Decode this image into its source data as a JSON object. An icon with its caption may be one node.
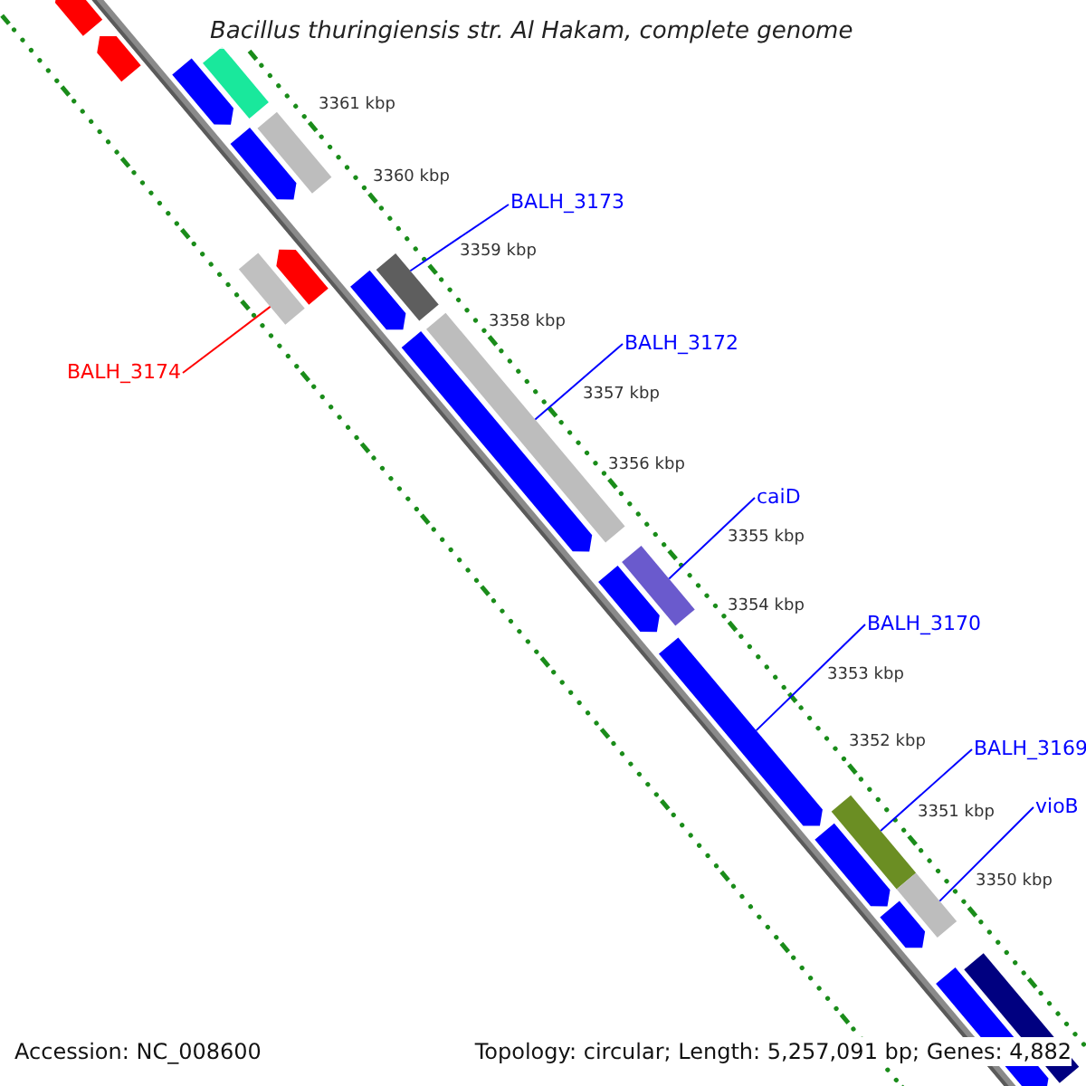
{
  "diagram": {
    "title": "Bacillus thuringiensis str. Al Hakam, complete genome",
    "nodes": [
      {
        "text": [
          "BALH_3174"
        ]
      },
      {
        "text": [
          "BALH_3173"
        ]
      },
      {
        "text": [
          "BALH_3172"
        ]
      },
      {
        "text": [
          "caiD"
        ]
      },
      {
        "text": [
          "BALH_3170"
        ]
      },
      {
        "text": [
          "BALH_3169"
        ]
      },
      {
        "text": [
          "vioB"
        ]
      },
      {
        "text": [],
        "shape": "bar"
      },
      {
        "text": [],
        "shape": "bar"
      },
      {
        "text": [],
        "shape": "bar"
      },
      {
        "text": [],
        "shape": "bar"
      },
      {
        "text": [],
        "shape": "bar"
      },
      {
        "text": [],
        "shape": "bar"
      },
      {
        "text": [],
        "shape": "bar"
      }
    ],
    "edges": [
      {
        "from": 0,
        "to": 7,
        "arrow": "none",
        "color": "#ff0000"
      },
      {
        "from": 1,
        "to": 8,
        "arrow": "none"
      },
      {
        "from": 2,
        "to": 9,
        "arrow": "none"
      },
      {
        "from": 3,
        "to": 10,
        "arrow": "none"
      },
      {
        "from": 4,
        "to": 11,
        "arrow": "none"
      },
      {
        "from": 5,
        "to": 12,
        "arrow": "none"
      },
      {
        "from": 6,
        "to": 13,
        "arrow": "none"
      }
    ],
    "labels": [
      "3361 kbp",
      "3360 kbp",
      "3359 kbp",
      "3358 kbp",
      "3357 kbp",
      "3356 kbp",
      "3355 kbp",
      "3354 kbp",
      "3353 kbp",
      "3352 kbp",
      "3351 kbp",
      "3350 kbp",
      "Accession: NC_008600",
      "Topology: circular; Length: 5,257,091 bp; Genes: 4,882"
    ]
  }
}
